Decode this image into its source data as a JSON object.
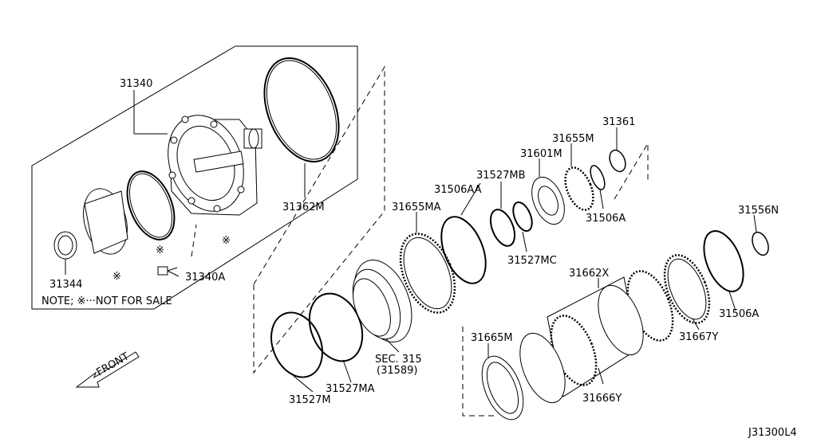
{
  "part_labels": {
    "p31340": "31340",
    "p31362m": "31362M",
    "p31344": "31344",
    "p31340a": "31340A",
    "p31506aa": "31506AA",
    "p31527mb": "31527MB",
    "p31601m": "31601M",
    "p31655m": "31655M",
    "p31361": "31361",
    "p31655ma": "31655MA",
    "p31527mc": "31527MC",
    "p31506a_top": "31506A",
    "p31556n": "31556N",
    "p31662x": "31662X",
    "p31665m": "31665M",
    "p31667y": "31667Y",
    "p31506a_right": "31506A",
    "p31666y": "31666Y",
    "p31527m": "31527M",
    "p31527ma": "31527MA",
    "sec_line1": "SEC. 315",
    "sec_line2": "(31589)"
  },
  "note": "NOTE; ※···NOT FOR SALE",
  "not_for_sale_mark": "※",
  "front_label": "FRONT",
  "diagram_code": "J31300L4"
}
